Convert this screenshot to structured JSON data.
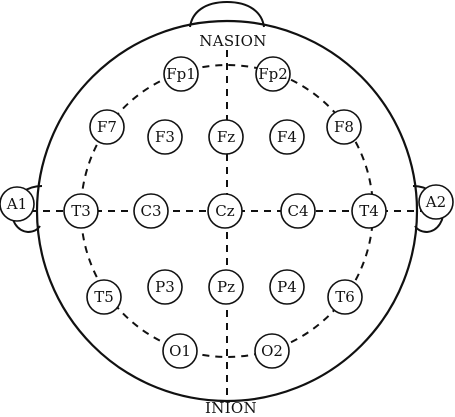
{
  "landmarks": {
    "nasion": "NASION",
    "inion": "INION"
  },
  "electrodes": [
    {
      "id": "Fp1",
      "label": "Fp1"
    },
    {
      "id": "Fp2",
      "label": "Fp2"
    },
    {
      "id": "F7",
      "label": "F7"
    },
    {
      "id": "F3",
      "label": "F3"
    },
    {
      "id": "Fz",
      "label": "Fz"
    },
    {
      "id": "F4",
      "label": "F4"
    },
    {
      "id": "F8",
      "label": "F8"
    },
    {
      "id": "A1",
      "label": "A1"
    },
    {
      "id": "T3",
      "label": "T3"
    },
    {
      "id": "C3",
      "label": "C3"
    },
    {
      "id": "Cz",
      "label": "Cz"
    },
    {
      "id": "C4",
      "label": "C4"
    },
    {
      "id": "T4",
      "label": "T4"
    },
    {
      "id": "A2",
      "label": "A2"
    },
    {
      "id": "T5",
      "label": "T5"
    },
    {
      "id": "P3",
      "label": "P3"
    },
    {
      "id": "Pz",
      "label": "Pz"
    },
    {
      "id": "P4",
      "label": "P4"
    },
    {
      "id": "T6",
      "label": "T6"
    },
    {
      "id": "O1",
      "label": "O1"
    },
    {
      "id": "O2",
      "label": "O2"
    }
  ],
  "colors": {
    "ink": "#111111",
    "background": "#ffffff"
  }
}
